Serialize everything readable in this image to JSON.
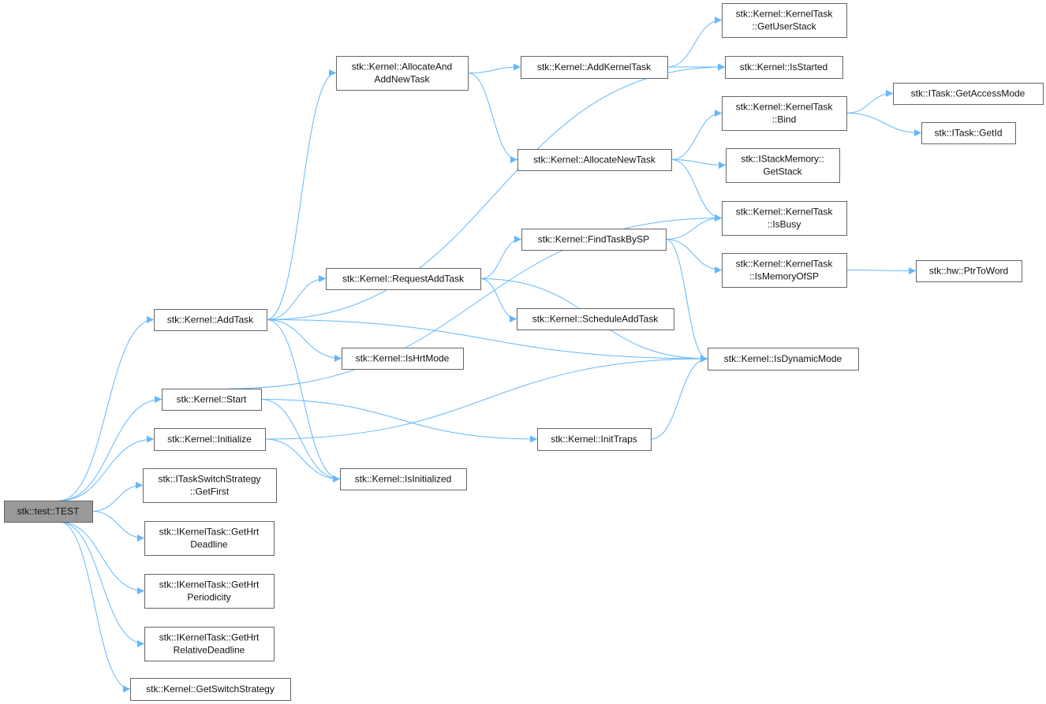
{
  "graph": {
    "type": "call-graph",
    "edge_color": "#63b8ff",
    "root_fill": "#999999",
    "nodes": [
      {
        "id": "TEST",
        "lines": [
          "stk::test::TEST"
        ],
        "root": true
      },
      {
        "id": "AddTask",
        "lines": [
          "stk::Kernel::AddTask"
        ]
      },
      {
        "id": "Start",
        "lines": [
          "stk::Kernel::Start"
        ]
      },
      {
        "id": "Initialize",
        "lines": [
          "stk::Kernel::Initialize"
        ]
      },
      {
        "id": "GetFirst",
        "lines": [
          "stk::ITaskSwitchStrategy",
          "::GetFirst"
        ]
      },
      {
        "id": "GetHrtDeadline",
        "lines": [
          "stk::IKernelTask::GetHrt",
          "Deadline"
        ]
      },
      {
        "id": "GetHrtPeriodicity",
        "lines": [
          "stk::IKernelTask::GetHrt",
          "Periodicity"
        ]
      },
      {
        "id": "GetHrtRelativeDeadline",
        "lines": [
          "stk::IKernelTask::GetHrt",
          "RelativeDeadline"
        ]
      },
      {
        "id": "GetSwitchStrategy",
        "lines": [
          "stk::Kernel::GetSwitchStrategy"
        ]
      },
      {
        "id": "IsHrtMode",
        "lines": [
          "stk::Kernel::IsHrtMode"
        ]
      },
      {
        "id": "IsInitialized",
        "lines": [
          "stk::Kernel::IsInitialized"
        ]
      },
      {
        "id": "AllocateAndAddNewTask",
        "lines": [
          "stk::Kernel::AllocateAnd",
          "AddNewTask"
        ]
      },
      {
        "id": "AddKernelTask",
        "lines": [
          "stk::Kernel::AddKernelTask"
        ]
      },
      {
        "id": "AllocateNewTask",
        "lines": [
          "stk::Kernel::AllocateNewTask"
        ]
      },
      {
        "id": "RequestAddTask",
        "lines": [
          "stk::Kernel::RequestAddTask"
        ]
      },
      {
        "id": "FindTaskBySP",
        "lines": [
          "stk::Kernel::FindTaskBySP"
        ]
      },
      {
        "id": "ScheduleAddTask",
        "lines": [
          "stk::Kernel::ScheduleAddTask"
        ]
      },
      {
        "id": "IsDynamicMode",
        "lines": [
          "stk::Kernel::IsDynamicMode"
        ]
      },
      {
        "id": "InitTraps",
        "lines": [
          "stk::Kernel::InitTraps"
        ]
      },
      {
        "id": "GetUserStack",
        "lines": [
          "stk::Kernel::KernelTask",
          "::GetUserStack"
        ]
      },
      {
        "id": "IsStarted",
        "lines": [
          "stk::Kernel::IsStarted"
        ]
      },
      {
        "id": "Bind",
        "lines": [
          "stk::Kernel::KernelTask",
          "::Bind"
        ]
      },
      {
        "id": "GetStack",
        "lines": [
          "stk::IStackMemory::",
          "GetStack"
        ]
      },
      {
        "id": "IsBusy",
        "lines": [
          "stk::Kernel::KernelTask",
          "::IsBusy"
        ]
      },
      {
        "id": "IsMemoryOfSP",
        "lines": [
          "stk::Kernel::KernelTask",
          "::IsMemoryOfSP"
        ]
      },
      {
        "id": "GetAccessMode",
        "lines": [
          "stk::ITask::GetAccessMode"
        ]
      },
      {
        "id": "GetId",
        "lines": [
          "stk::ITask::GetId"
        ]
      },
      {
        "id": "PtrToWord",
        "lines": [
          "stk::hw::PtrToWord"
        ]
      }
    ],
    "edges": [
      [
        "TEST",
        "AddTask"
      ],
      [
        "TEST",
        "Start"
      ],
      [
        "TEST",
        "Initialize"
      ],
      [
        "TEST",
        "GetFirst"
      ],
      [
        "TEST",
        "GetHrtDeadline"
      ],
      [
        "TEST",
        "GetHrtPeriodicity"
      ],
      [
        "TEST",
        "GetHrtRelativeDeadline"
      ],
      [
        "TEST",
        "GetSwitchStrategy"
      ],
      [
        "AddTask",
        "AllocateAndAddNewTask"
      ],
      [
        "AddTask",
        "IsStarted"
      ],
      [
        "AddTask",
        "RequestAddTask"
      ],
      [
        "AddTask",
        "IsHrtMode"
      ],
      [
        "AddTask",
        "IsDynamicMode"
      ],
      [
        "AddTask",
        "IsInitialized"
      ],
      [
        "Start",
        "IsBusy"
      ],
      [
        "Start",
        "InitTraps"
      ],
      [
        "Start",
        "IsInitialized"
      ],
      [
        "Initialize",
        "IsDynamicMode"
      ],
      [
        "Initialize",
        "IsInitialized"
      ],
      [
        "AllocateAndAddNewTask",
        "AddKernelTask"
      ],
      [
        "AllocateAndAddNewTask",
        "AllocateNewTask"
      ],
      [
        "AddKernelTask",
        "GetUserStack"
      ],
      [
        "AddKernelTask",
        "IsStarted"
      ],
      [
        "AllocateNewTask",
        "Bind"
      ],
      [
        "AllocateNewTask",
        "GetStack"
      ],
      [
        "AllocateNewTask",
        "IsBusy"
      ],
      [
        "RequestAddTask",
        "FindTaskBySP"
      ],
      [
        "RequestAddTask",
        "ScheduleAddTask"
      ],
      [
        "RequestAddTask",
        "IsDynamicMode"
      ],
      [
        "FindTaskBySP",
        "IsBusy"
      ],
      [
        "FindTaskBySP",
        "IsMemoryOfSP"
      ],
      [
        "FindTaskBySP",
        "IsDynamicMode"
      ],
      [
        "InitTraps",
        "IsDynamicMode"
      ],
      [
        "Bind",
        "GetAccessMode"
      ],
      [
        "Bind",
        "GetId"
      ],
      [
        "IsMemoryOfSP",
        "PtrToWord"
      ]
    ]
  }
}
